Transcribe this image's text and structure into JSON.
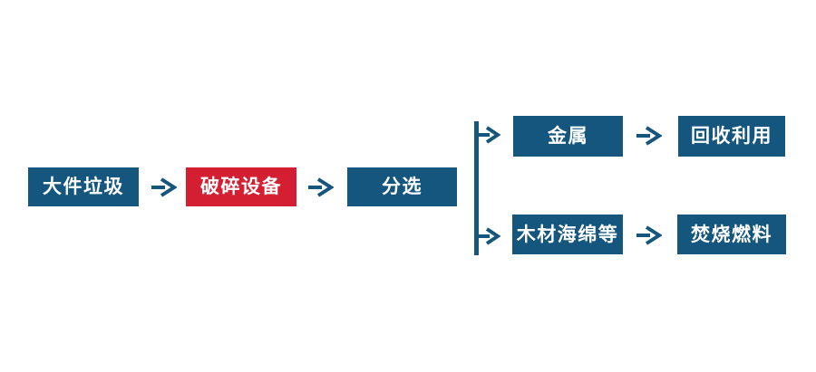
{
  "diagram": {
    "title": "bulky-waste-processing-flowchart",
    "colors": {
      "primary_blue": "#15567E",
      "accent_red": "#D41F33",
      "text": "#FFFFFF",
      "background": "#FFFFFF"
    },
    "nodes": [
      {
        "id": "bulky-waste",
        "label": "大件垃圾",
        "color": "blue"
      },
      {
        "id": "crushing-equipment",
        "label": "破碎设备",
        "color": "red"
      },
      {
        "id": "sorting",
        "label": "分选",
        "color": "blue"
      },
      {
        "id": "metal",
        "label": "金属",
        "color": "blue"
      },
      {
        "id": "recycling",
        "label": "回收利用",
        "color": "blue"
      },
      {
        "id": "wood-sponge-etc",
        "label": "木材海绵等",
        "color": "blue"
      },
      {
        "id": "incineration-fuel",
        "label": "焚烧燃料",
        "color": "blue"
      }
    ],
    "edges": [
      {
        "from": "bulky-waste",
        "to": "crushing-equipment"
      },
      {
        "from": "crushing-equipment",
        "to": "sorting"
      },
      {
        "from": "sorting",
        "to": "metal"
      },
      {
        "from": "sorting",
        "to": "wood-sponge-etc"
      },
      {
        "from": "metal",
        "to": "recycling"
      },
      {
        "from": "wood-sponge-etc",
        "to": "incineration-fuel"
      }
    ]
  }
}
